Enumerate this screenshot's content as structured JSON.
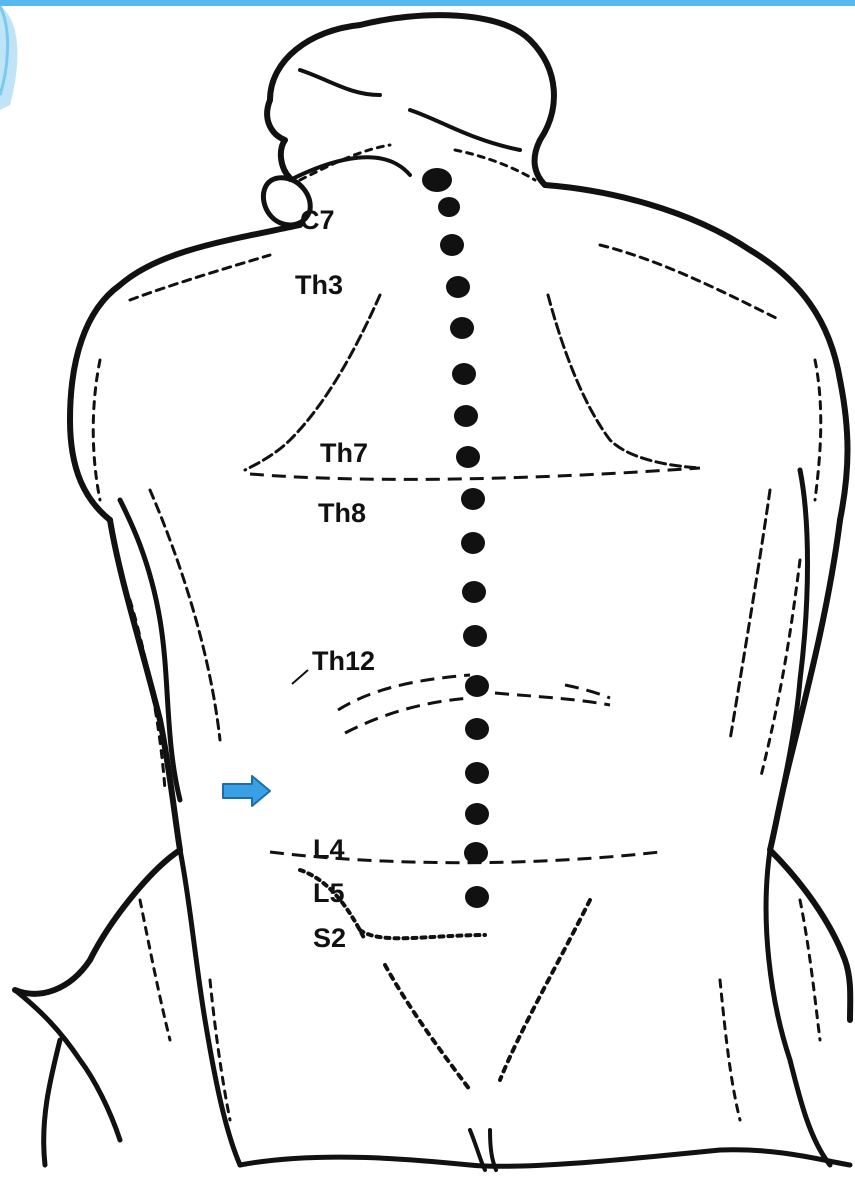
{
  "labels": {
    "c7": "C7",
    "th3": "Th3",
    "th7": "Th7",
    "th8": "Th8",
    "th12": "Th12",
    "l4": "L4",
    "l5": "L5",
    "s2": "S2"
  },
  "colors": {
    "line": "#111111",
    "arrow_fill": "#3aa0e6",
    "arrow_stroke": "#1c6ea8",
    "banner": "#56b8ee"
  },
  "icons": {
    "pointer": "right-arrow-icon"
  }
}
